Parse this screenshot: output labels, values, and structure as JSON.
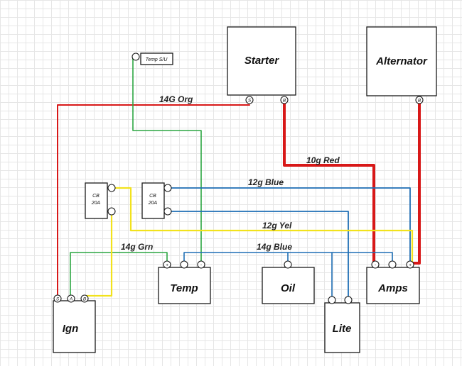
{
  "colors": {
    "red": "#d81818",
    "green": "#2ca642",
    "blue": "#1f6fb5",
    "yellow": "#f2e21c"
  },
  "components": {
    "starter": "Starter",
    "alternator": "Alternator",
    "temp_gauge": "Temp",
    "oil_gauge": "Oil",
    "amps_gauge": "Amps",
    "ignition": "Ign",
    "lite": "Lite",
    "temp_sender": "Temp S/U",
    "breaker_1": {
      "line1": "CB",
      "line2": "20A"
    },
    "breaker_2": {
      "line1": "CB",
      "line2": "20A"
    }
  },
  "terminals": {
    "starter_s": "S",
    "starter_b": "B",
    "alternator_b": "B",
    "ign_s": "S",
    "ign_a": "A",
    "ign_b": "B",
    "temp_plus": "+",
    "temp_minus": "-",
    "amps_minus": "-",
    "amps_plus": "+"
  },
  "wires": {
    "org": "14G Org",
    "red": "10g Red",
    "blue12": "12g Blue",
    "yel": "12g Yel",
    "grn": "14g Grn",
    "blue14": "14g Blue"
  }
}
